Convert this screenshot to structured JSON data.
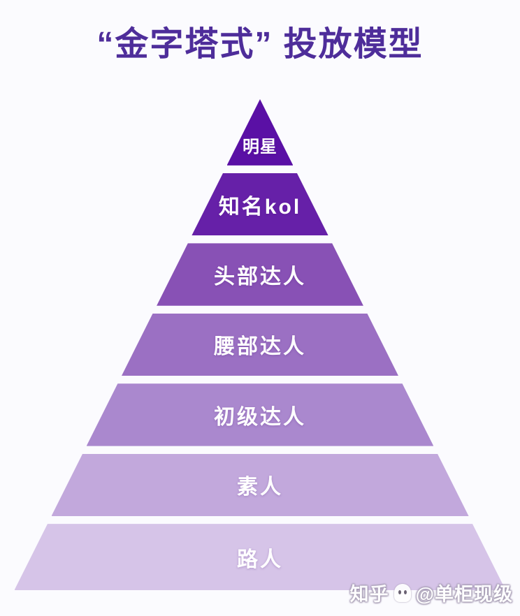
{
  "title": {
    "text": "“金字塔式” 投放模型",
    "color": "#4e2d9a"
  },
  "background_color": "#fbfbfe",
  "pyramid": {
    "description": "7-tier influencer placement pyramid, most valuable at top",
    "label_color": "#ffffff",
    "tiers": [
      {
        "label": "明星",
        "color": "#5a10a5"
      },
      {
        "label": "知名kol",
        "color": "#6620a8"
      },
      {
        "label": "头部达人",
        "color": "#8851b5"
      },
      {
        "label": "腰部达人",
        "color": "#9b70c3"
      },
      {
        "label": "初级达人",
        "color": "#aa88ce"
      },
      {
        "label": "素人",
        "color": "#c2a8dc"
      },
      {
        "label": "路人",
        "color": "#d6c4e8"
      }
    ]
  },
  "watermark": {
    "site": "知乎",
    "handle": "@单柜现级"
  }
}
